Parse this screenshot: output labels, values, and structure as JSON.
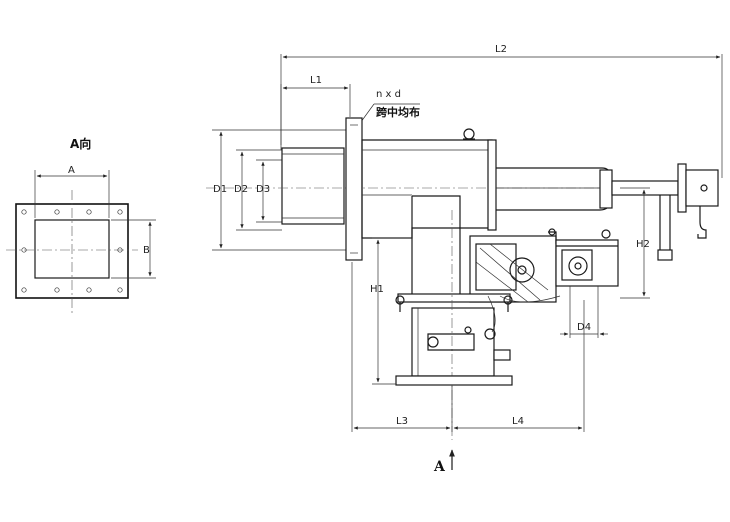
{
  "view_title": "A向",
  "section_arrow_label": "A",
  "hole_note": {
    "spec": "n x d",
    "distribution": "跨中均布"
  },
  "dimensions": {
    "L1": "L1",
    "L2": "L2",
    "L3": "L3",
    "L4": "L4",
    "D1": "D1",
    "D2": "D2",
    "D3": "D3",
    "D4": "D4",
    "H1": "H1",
    "H2": "H2",
    "A": "A",
    "B": "B"
  }
}
